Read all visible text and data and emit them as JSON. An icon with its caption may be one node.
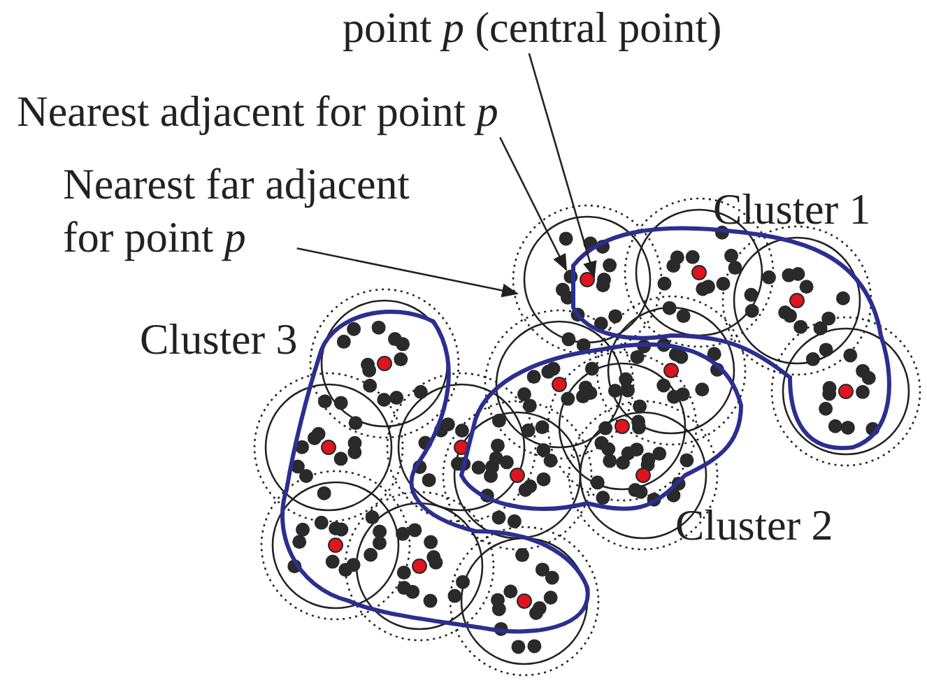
{
  "diagram": {
    "nodes": [
      {
        "text": [
          "point *p* (central point)"
        ]
      },
      {
        "text": [
          "Nearest adjacent for point *p*"
        ]
      },
      {
        "text": [
          "Nearest far adjacent for point *p*"
        ]
      }
    ],
    "edges": [
      {
        "from": 0,
        "to": null,
        "arrow": "to"
      },
      {
        "from": 1,
        "to": null,
        "arrow": "to"
      },
      {
        "from": 2,
        "to": null,
        "arrow": "to"
      }
    ],
    "labels": [
      "Cluster 1",
      "Cluster 3",
      "Cluster 2"
    ]
  }
}
